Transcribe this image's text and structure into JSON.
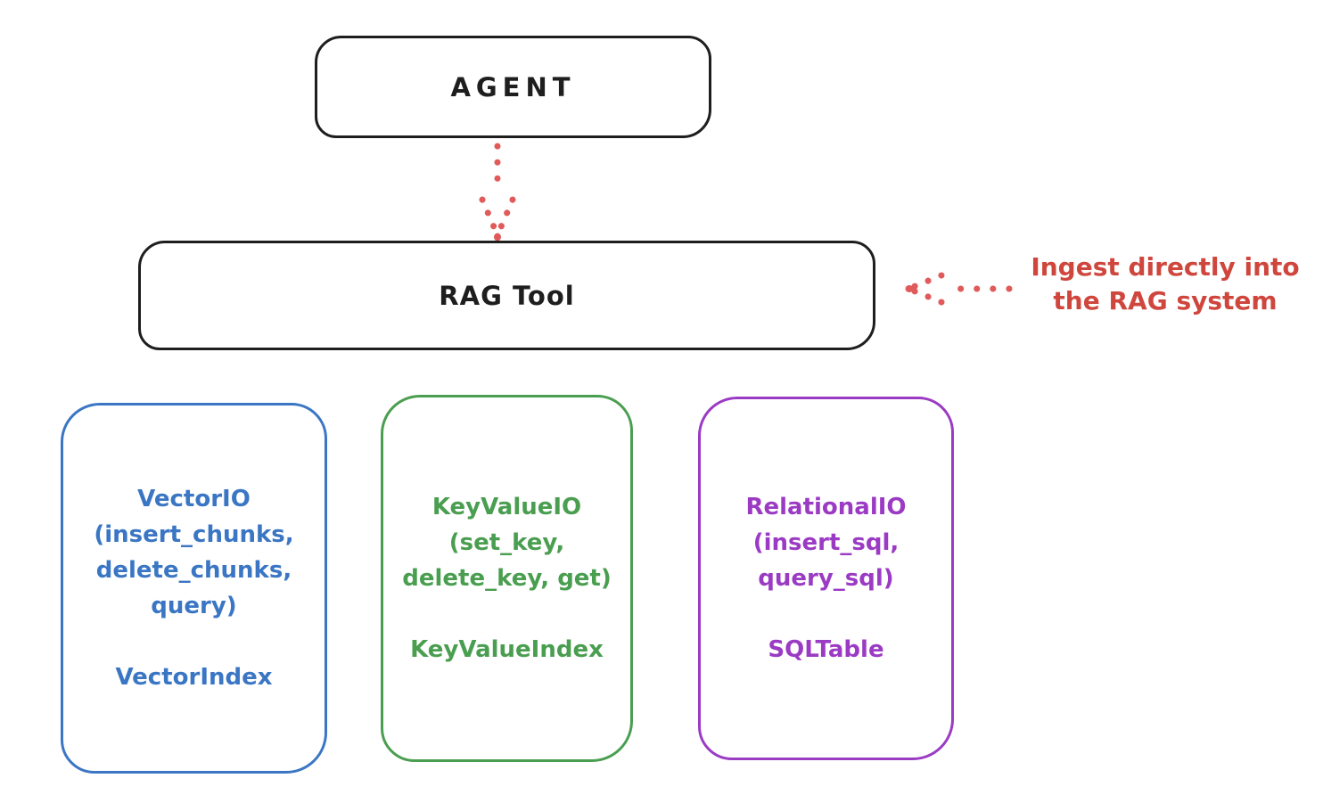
{
  "colors": {
    "ink": "#1e1e1e",
    "red_arrow": "#e05a5a",
    "red_text": "#cf463d",
    "blue": "#3a76c4",
    "green": "#4a9e50",
    "purple": "#9b3bc4",
    "background": "#ffffff"
  },
  "nodes": {
    "agent": {
      "label": "AGENT"
    },
    "rag_tool": {
      "label": "RAG Tool"
    },
    "vector_io": {
      "lines": [
        "VectorIO",
        "(insert_chunks,",
        "delete_chunks,",
        "query)"
      ],
      "footer": "VectorIndex",
      "color": "#3a76c4"
    },
    "key_value_io": {
      "lines": [
        "KeyValueIO",
        "(set_key,",
        "delete_key, get)"
      ],
      "footer": "KeyValueIndex",
      "color": "#4a9e50"
    },
    "relational_io": {
      "lines": [
        "RelationalIO",
        "(insert_sql,",
        "query_sql)"
      ],
      "footer": "SQLTable",
      "color": "#9b3bc4"
    }
  },
  "annotation": {
    "lines": [
      "Ingest directly into",
      "the RAG system"
    ],
    "color": "#cf463d"
  },
  "arrows": [
    {
      "name": "agent-to-rag-tool",
      "style": "dotted",
      "direction": "down",
      "color": "#e05a5a"
    },
    {
      "name": "annotation-to-rag-tool",
      "style": "dotted",
      "direction": "left",
      "color": "#e05a5a"
    }
  ]
}
